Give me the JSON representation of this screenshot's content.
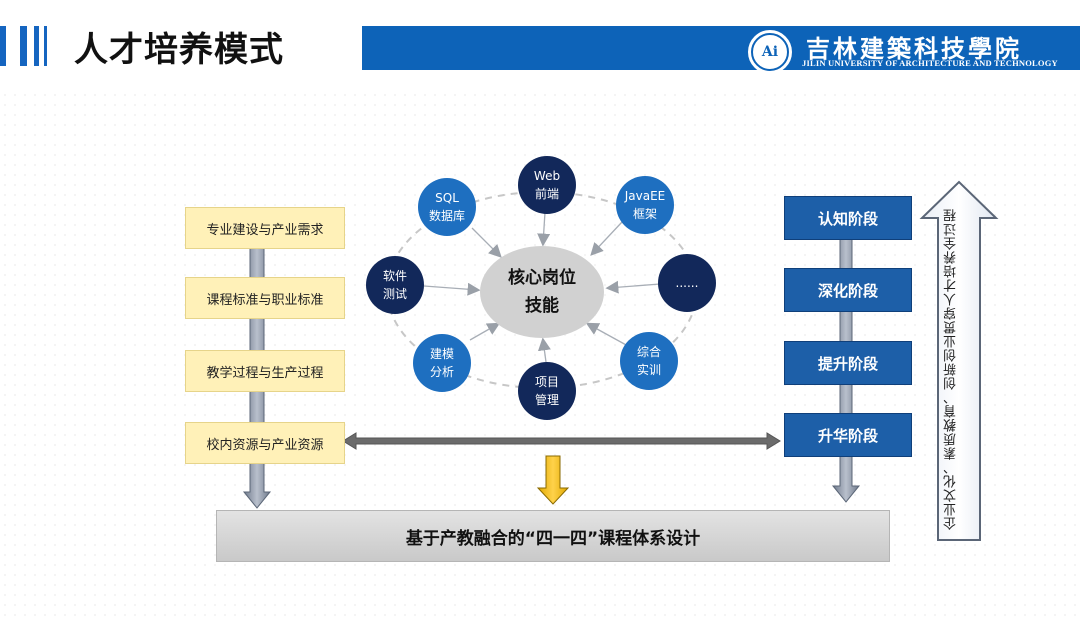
{
  "header": {
    "title": "人才培养模式",
    "university_cn": "吉林建築科技學院",
    "university_en": "JILIN UNIVERSITY OF ARCHITECTURE AND TECHNOLOGY",
    "logo_text": "Ai",
    "brand_color": "#0d63b8"
  },
  "left_column": {
    "items": [
      "专业建设与产业需求",
      "课程标准与职业标准",
      "教学过程与生产过程",
      "校内资源与产业资源"
    ]
  },
  "center": {
    "core_line1": "核心岗位",
    "core_line2": "技能",
    "nodes": [
      {
        "line1": "Web",
        "line2": "前端"
      },
      {
        "line1": "JavaEE",
        "line2": "框架"
      },
      {
        "line1": "......",
        "line2": ""
      },
      {
        "line1": "综合",
        "line2": "实训"
      },
      {
        "line1": "项目",
        "line2": "管理"
      },
      {
        "line1": "建模",
        "line2": "分析"
      },
      {
        "line1": "软件",
        "line2": "测试"
      },
      {
        "line1": "SQL",
        "line2": "数据库"
      }
    ]
  },
  "right_column": {
    "stages": [
      "认知阶段",
      "深化阶段",
      "提升阶段",
      "升华阶段"
    ],
    "vertical_text": "企业文化、素质教育、创新创业贯穿人才培养全过程"
  },
  "bottom": {
    "label": "基于产教融合的“四一四”课程体系设计"
  }
}
